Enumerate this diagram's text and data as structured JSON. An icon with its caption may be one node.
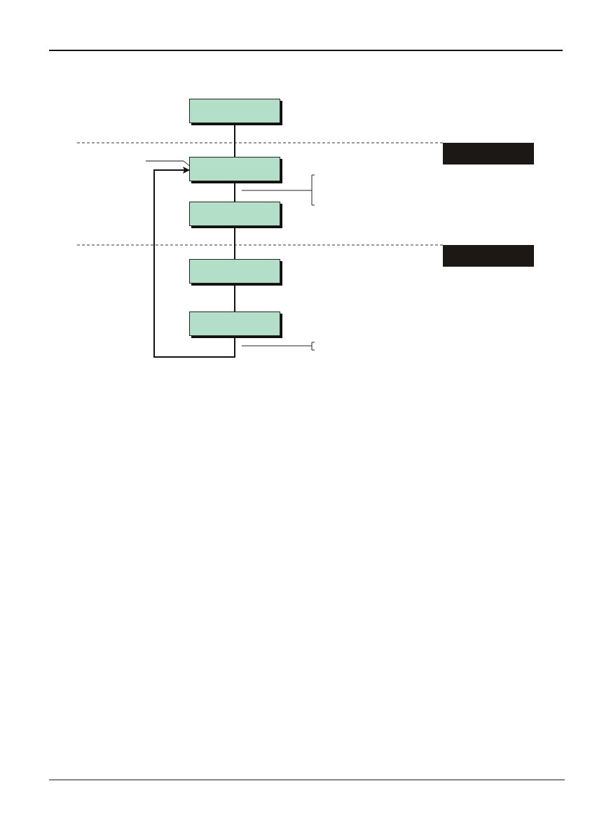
{
  "diagram": {
    "nodes": [
      {
        "text": [],
        "shape": "box"
      },
      {
        "text": [],
        "shape": "box"
      },
      {
        "text": [],
        "shape": "box"
      },
      {
        "text": [],
        "shape": "box"
      },
      {
        "text": [],
        "shape": "box"
      },
      {
        "text": [],
        "shape": "bar"
      },
      {
        "text": [],
        "shape": "bar"
      }
    ],
    "edges": [
      {
        "from": 0,
        "to": 1,
        "arrow": "none"
      },
      {
        "from": 1,
        "to": 2,
        "arrow": "none"
      },
      {
        "from": 2,
        "to": 3,
        "arrow": "none"
      },
      {
        "from": 3,
        "to": 4,
        "arrow": "none"
      },
      {
        "from": 4,
        "to": 1,
        "arrow": "to"
      },
      {
        "from": null,
        "to": 1,
        "arrow": "none"
      }
    ]
  }
}
